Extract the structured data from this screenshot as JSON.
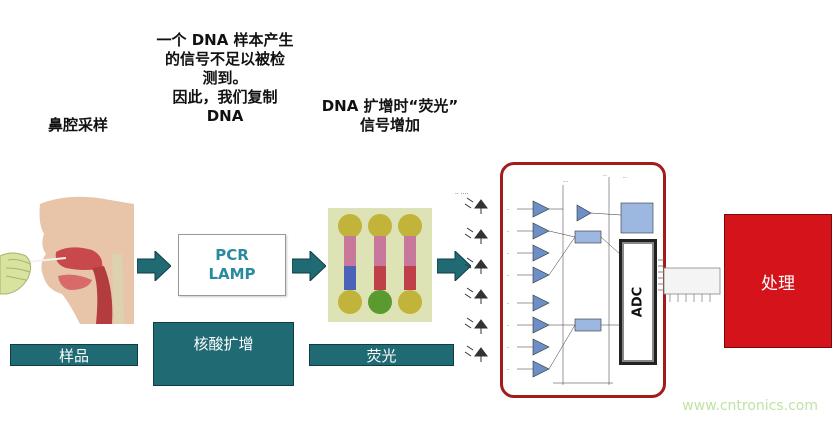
{
  "captions": {
    "nasal": "鼻腔采样",
    "dna_line1": "一个 DNA 样本产生",
    "dna_line2": "的信号不足以被检",
    "dna_line3": "测到。",
    "dna_line4": "因此，我们复制",
    "dna_line5": "DNA",
    "fluor_line1": "DNA 扩增时“荧光”",
    "fluor_line2": "信号增加"
  },
  "pcr_box": {
    "line1": "PCR",
    "line2": "LAMP"
  },
  "labels": {
    "sample": "样品",
    "amplification": "核酸扩增",
    "fluorescence": "荧光"
  },
  "adc_label": "ADC",
  "process_label": "处理",
  "watermark": "www.cntronics.com",
  "colors": {
    "teal": "#1f6a73",
    "red_box": "#d4141a",
    "board_border": "#a31b1b",
    "pcr_text": "#2a8aa0"
  }
}
